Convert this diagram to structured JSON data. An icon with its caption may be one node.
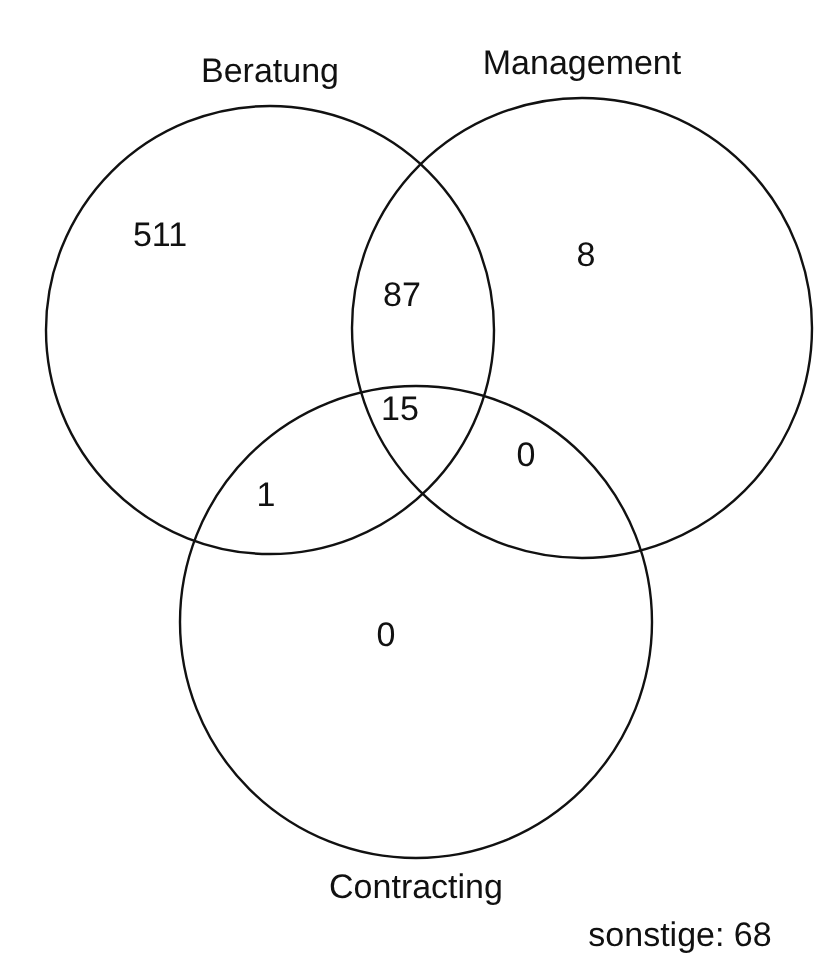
{
  "diagram": {
    "nodes": [
      {
        "text": [
          "Beratung"
        ]
      },
      {
        "text": [
          "Management"
        ]
      },
      {
        "text": [
          "Contracting"
        ]
      }
    ],
    "labels": [
      "511",
      "87",
      "8",
      "15",
      "1",
      "0",
      "0",
      "sonstige: 68"
    ]
  }
}
